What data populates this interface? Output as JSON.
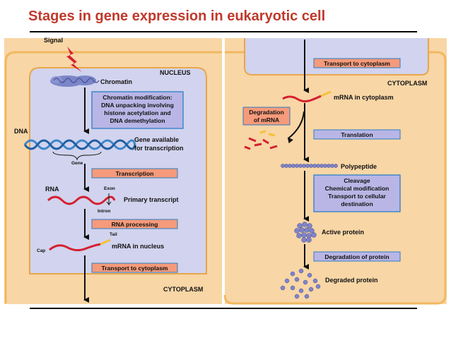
{
  "title": "Stages in gene expression in eukaryotic cell",
  "colors": {
    "title": "#c0392b",
    "cytoplasm": "#f8d6a6",
    "cytoplasm_border": "#f2b860",
    "nucleus": "#d2d3ee",
    "nucleus_border": "#e8a74a",
    "salmon_box": "#f59a7a",
    "lavender_box": "#b9b6e6",
    "mrna_red": "#d42030",
    "tail_yellow": "#f2c23a",
    "dna_blue": "#3d86c9",
    "protein_purple": "#7f84c8"
  },
  "left_panel": {
    "signal": "Signal",
    "nucleus": "NUCLEUS",
    "chromatin": "Chromatin",
    "chromatin_modification": [
      "Chromatin modification:",
      "DNA unpacking involving",
      "histone acetylation and",
      "DNA demethylation"
    ],
    "dna": "DNA",
    "gene_available": [
      "Gene available",
      "for transcription"
    ],
    "gene": "Gene",
    "transcription": "Transcription",
    "rna": "RNA",
    "exon": "Exon",
    "intron": "Intron",
    "primary_transcript": "Primary transcript",
    "rna_processing": "RNA processing",
    "tail": "Tail",
    "cap": "Cap",
    "mrna_in_nucleus": "mRNA in nucleus",
    "transport_to_cytoplasm": "Transport to cytoplasm",
    "cytoplasm": "CYTOPLASM"
  },
  "right_panel": {
    "transport_to_cytoplasm": "Transport to cytoplasm",
    "cytoplasm": "CYTOPLASM",
    "mrna_in_cytoplasm": "mRNA in cytoplasm",
    "degradation_of_mrna": [
      "Degradation",
      "of mRNA"
    ],
    "translation": "Translation",
    "polypeptide": "Polypeptide",
    "processing": [
      "Cleavage",
      "Chemical modification",
      "Transport to cellular",
      "destination"
    ],
    "active_protein": "Active protein",
    "degradation_of_protein": "Degradation of protein",
    "degraded_protein": "Degraded protein"
  }
}
